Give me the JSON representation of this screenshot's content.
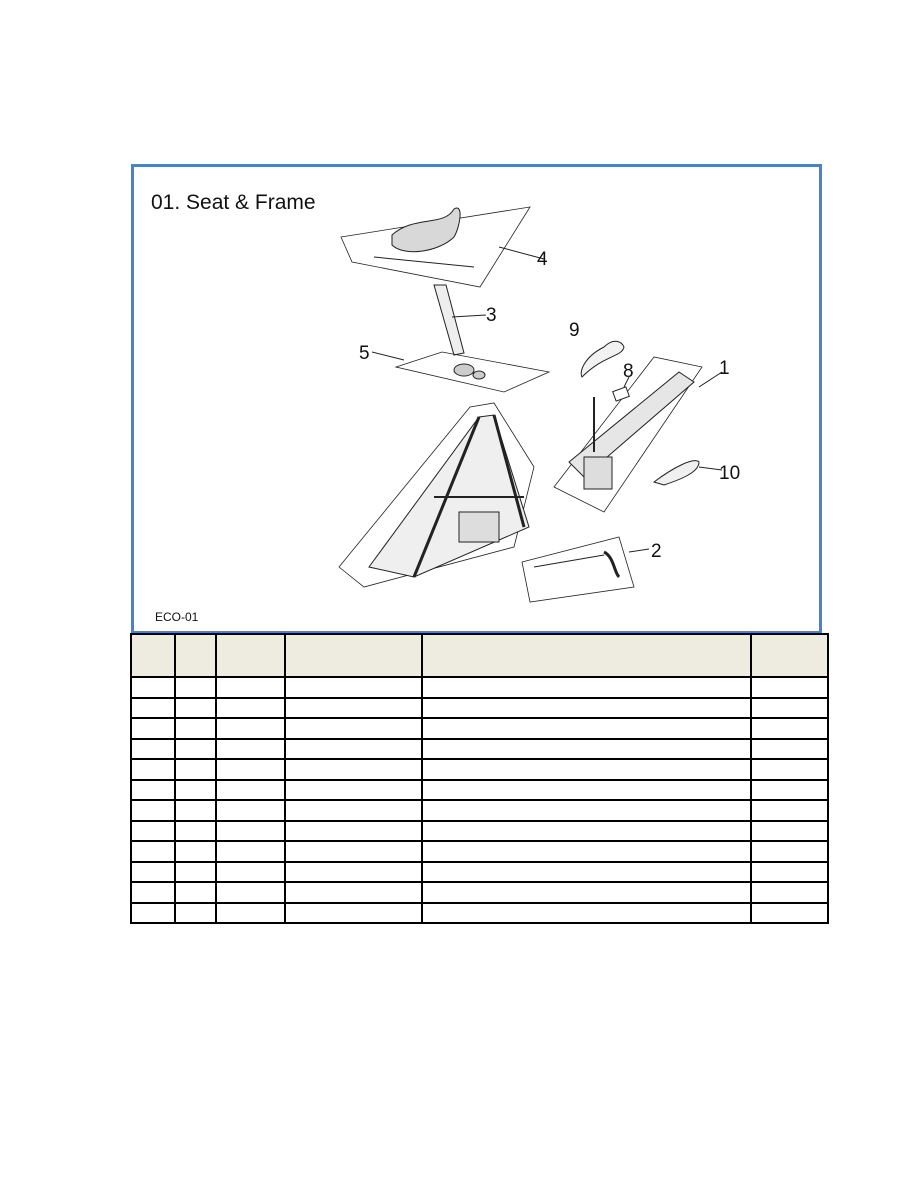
{
  "section": {
    "title": "01. Seat & Frame",
    "code": "ECO-01"
  },
  "callouts": [
    "1",
    "2",
    "3",
    "4",
    "5",
    "8",
    "9",
    "10"
  ],
  "table": {
    "headers": [
      "",
      "",
      "",
      "",
      "",
      ""
    ],
    "rows": [
      [
        "",
        "",
        "",
        "",
        "",
        ""
      ],
      [
        "",
        "",
        "",
        "",
        "",
        ""
      ],
      [
        "",
        "",
        "",
        "",
        "",
        ""
      ],
      [
        "",
        "",
        "",
        "",
        "",
        ""
      ],
      [
        "",
        "",
        "",
        "",
        "",
        ""
      ],
      [
        "",
        "",
        "",
        "",
        "",
        ""
      ],
      [
        "",
        "",
        "",
        "",
        "",
        ""
      ],
      [
        "",
        "",
        "",
        "",
        "",
        ""
      ],
      [
        "",
        "",
        "",
        "",
        "",
        ""
      ],
      [
        "",
        "",
        "",
        "",
        "",
        ""
      ],
      [
        "",
        "",
        "",
        "",
        "",
        ""
      ],
      [
        "",
        "",
        "",
        "",
        "",
        ""
      ]
    ]
  },
  "colors": {
    "panel_border": "#4f81bd",
    "header_fill": "#eeece1"
  }
}
